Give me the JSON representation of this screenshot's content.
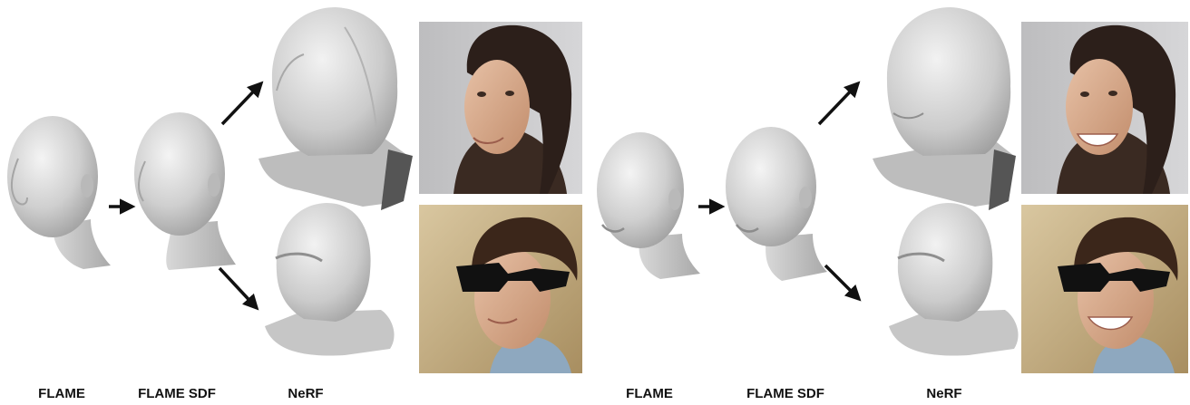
{
  "panels": [
    {
      "labels": {
        "flame": "FLAME",
        "flame_sdf": "FLAME SDF",
        "nerf": "NeRF"
      },
      "expression": "neutral"
    },
    {
      "labels": {
        "flame": "FLAME",
        "flame_sdf": "FLAME SDF",
        "nerf": "NeRF"
      },
      "expression": "smiling"
    }
  ],
  "colors": {
    "mesh": "#c9c9c9",
    "mesh_shadow": "#8e8e8e",
    "arrow": "#111111",
    "background": "#ffffff"
  }
}
